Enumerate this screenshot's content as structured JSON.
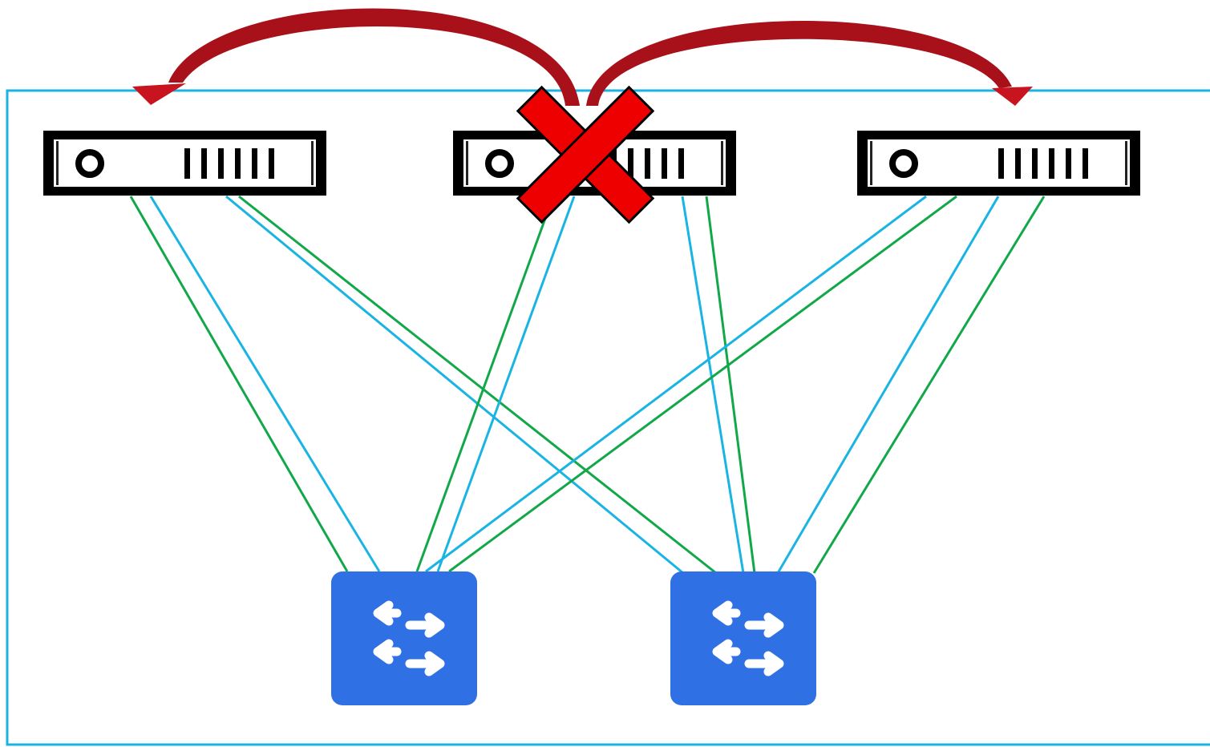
{
  "diagram": {
    "kind": "network-topology",
    "colors": {
      "background": "#ffffff",
      "boundary": "#1ab4e3",
      "server_frame": "#000000",
      "server_face": "#ffffff",
      "switch_fill": "#2f70e4",
      "switch_glyph": "#ffffff",
      "link_blue": "#1ab4e3",
      "link_green": "#12a84a",
      "failover_arrow": "#c0141e",
      "failover_arrow_dark": "#8b0f16",
      "failure_mark": "#ee0000",
      "failure_mark_outline": "#000000"
    },
    "nodes": {
      "servers": [
        {
          "id": "server-1",
          "icon": "rack-server-icon",
          "status": "active"
        },
        {
          "id": "server-2",
          "icon": "rack-server-icon",
          "status": "failed"
        },
        {
          "id": "server-3",
          "icon": "rack-server-icon",
          "status": "active"
        }
      ],
      "switches": [
        {
          "id": "switch-1",
          "icon": "switch-arrows-icon"
        },
        {
          "id": "switch-2",
          "icon": "switch-arrows-icon"
        }
      ]
    },
    "links": [
      {
        "from": "server-1",
        "to": "switch-1",
        "color": "link_green"
      },
      {
        "from": "server-1",
        "to": "switch-1",
        "color": "link_blue"
      },
      {
        "from": "server-1",
        "to": "switch-2",
        "color": "link_blue"
      },
      {
        "from": "server-1",
        "to": "switch-2",
        "color": "link_green"
      },
      {
        "from": "server-2",
        "to": "switch-1",
        "color": "link_green"
      },
      {
        "from": "server-2",
        "to": "switch-1",
        "color": "link_blue"
      },
      {
        "from": "server-2",
        "to": "switch-2",
        "color": "link_blue"
      },
      {
        "from": "server-2",
        "to": "switch-2",
        "color": "link_green"
      },
      {
        "from": "server-3",
        "to": "switch-1",
        "color": "link_blue"
      },
      {
        "from": "server-3",
        "to": "switch-1",
        "color": "link_green"
      },
      {
        "from": "server-3",
        "to": "switch-2",
        "color": "link_blue"
      },
      {
        "from": "server-3",
        "to": "switch-2",
        "color": "link_green"
      }
    ],
    "failover": [
      {
        "from": "server-2",
        "to": "server-1",
        "icon": "curved-arrow-icon"
      },
      {
        "from": "server-2",
        "to": "server-3",
        "icon": "curved-arrow-icon"
      }
    ],
    "failure_marker": {
      "on": "server-2",
      "icon": "red-x-icon"
    }
  }
}
